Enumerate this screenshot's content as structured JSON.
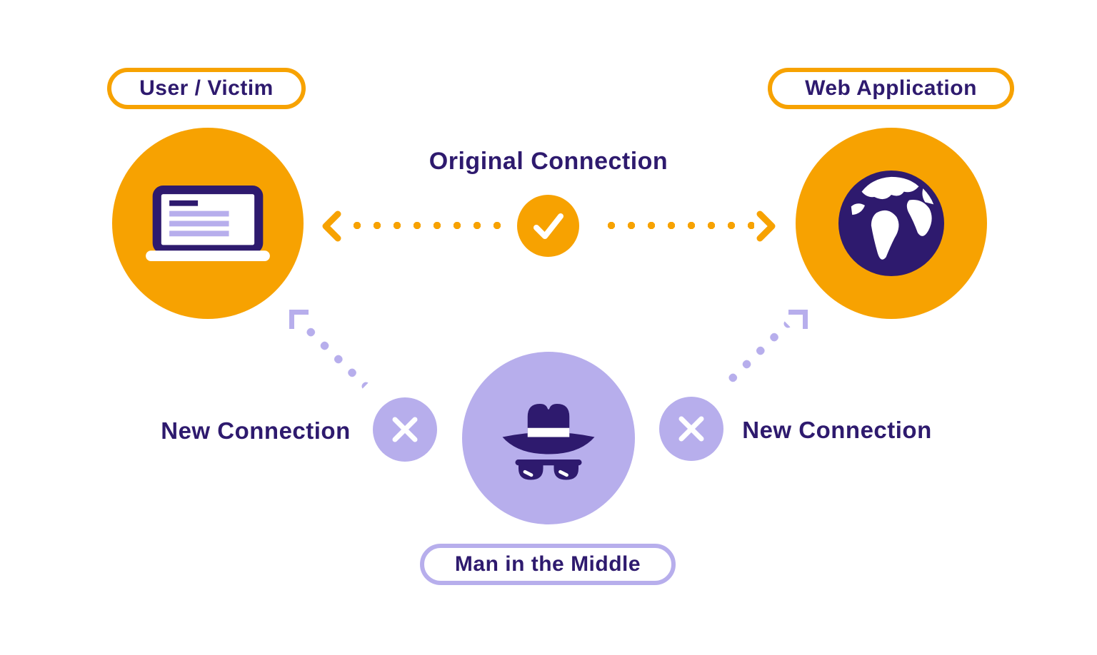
{
  "colors": {
    "accent_orange": "#F7A201",
    "accent_lavender": "#B7AEEC",
    "text_indigo": "#2E1A6E",
    "icon_white": "#FFFFFF"
  },
  "nodes": {
    "user": {
      "label": "User / Victim",
      "icon": "laptop-icon"
    },
    "web": {
      "label": "Web Application",
      "icon": "globe-icon"
    },
    "mitm": {
      "label": "Man in the Middle",
      "icon": "spy-incognito-icon"
    }
  },
  "connections": {
    "original": {
      "label": "Original Connection",
      "status": "valid",
      "status_icon": "check-icon"
    },
    "new_left": {
      "label": "New Connection",
      "status": "intercepted",
      "status_icon": "x-icon"
    },
    "new_right": {
      "label": "New Connection",
      "status": "intercepted",
      "status_icon": "x-icon"
    }
  }
}
